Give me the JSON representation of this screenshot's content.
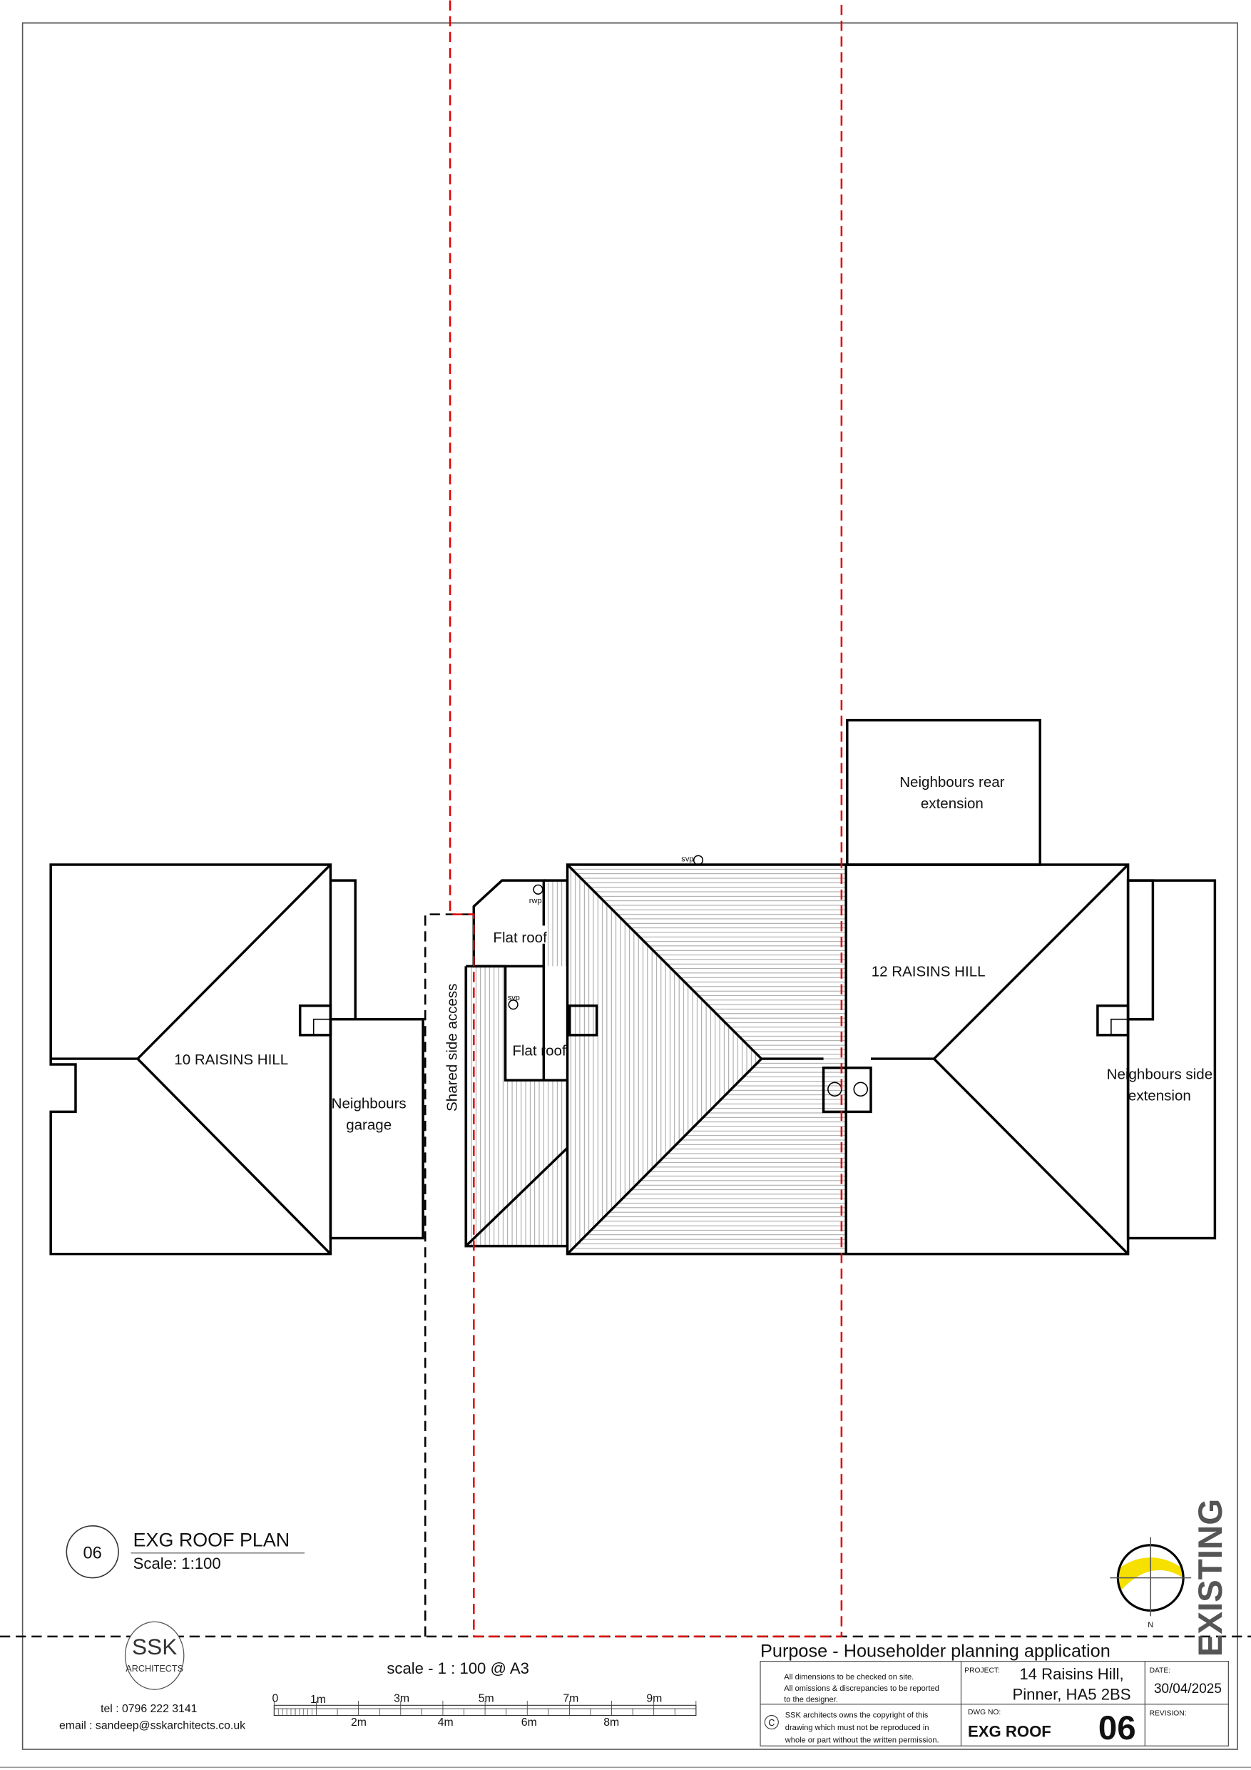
{
  "drawing": {
    "buildings": {
      "left_house": "10 RAISINS HILL",
      "right_house": "12 RAISINS HILL",
      "neighbours_garage": [
        "Neighbours",
        "garage"
      ],
      "neighbours_rear_extension": [
        "Neighbours rear",
        "extension"
      ],
      "neighbours_side_extension": [
        "Neighbours side",
        "extension"
      ],
      "shared_side_access": "Shared side access",
      "flat_roof_1": "Flat roof",
      "flat_roof_2": "Flat roof",
      "rwp": "rwp",
      "svp_1": "svp",
      "svp_2": "svp"
    },
    "title": {
      "number": "06",
      "name": "EXG ROOF PLAN",
      "scale": "Scale: 1:100"
    },
    "compass_label": "N",
    "status": "EXISTING"
  },
  "footer": {
    "logo": {
      "line1": "SSK",
      "line2": "ARCHITECTS"
    },
    "tel": "tel : 0796 222 3141",
    "email": "email : sandeep@sskarchitects.co.uk",
    "scale_text": "scale - 1 : 100 @ A3",
    "scale_bar_top": [
      "0",
      "1m",
      "3m",
      "5m",
      "7m",
      "9m"
    ],
    "scale_bar_bottom": [
      "2m",
      "4m",
      "6m",
      "8m"
    ]
  },
  "title_block": {
    "purpose": "Purpose - Householder planning application",
    "notes": [
      "All dimensions to be checked on site.",
      "All omissions & discrepancies to be reported",
      "to the designer."
    ],
    "copyright_symbol": "C",
    "copyright": [
      "SSK architects owns the copyright of this",
      "drawing which must not be reproduced in",
      "whole or part without the written permission."
    ],
    "project_label": "PROJECT:",
    "project": [
      "14 Raisins Hill,",
      "Pinner, HA5 2BS"
    ],
    "date_label": "DATE:",
    "date": "30/04/2025",
    "dwg_label": "DWG NO:",
    "dwg_name": "EXG  ROOF",
    "dwg_number": "06",
    "revision_label": "REVISION:"
  }
}
